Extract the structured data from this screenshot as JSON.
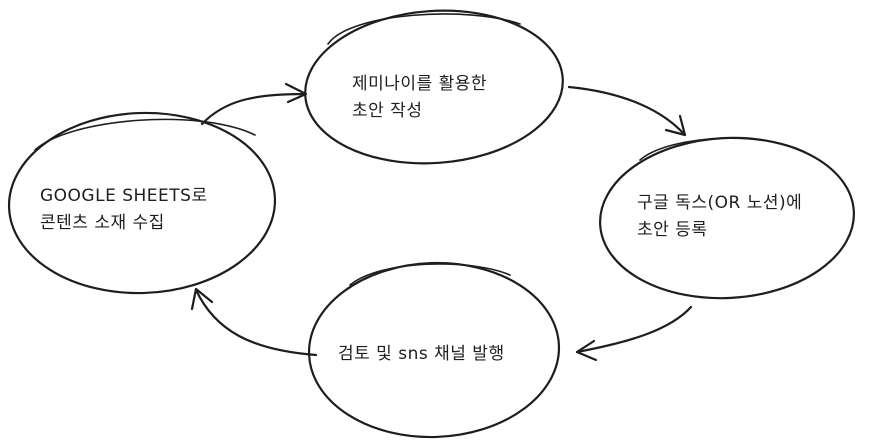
{
  "diagram": {
    "nodes": [
      {
        "id": "gemini-draft",
        "lines": [
          "제미나이를 활용한",
          "초안 작성"
        ]
      },
      {
        "id": "docs-register",
        "lines": [
          "구글 독스(OR 노션)에",
          "초안 등록"
        ]
      },
      {
        "id": "review-publish",
        "lines": [
          "검토 및 sns 채널 발행"
        ]
      },
      {
        "id": "sheets-collect",
        "lines": [
          "GOOGLE SHEETS로",
          "콘텐츠 소재 수집"
        ]
      }
    ],
    "edges": [
      {
        "from": "sheets-collect",
        "to": "gemini-draft"
      },
      {
        "from": "gemini-draft",
        "to": "docs-register"
      },
      {
        "from": "docs-register",
        "to": "review-publish"
      },
      {
        "from": "review-publish",
        "to": "sheets-collect"
      }
    ],
    "colors": {
      "stroke": "#1e1e1e",
      "text": "#1e1e1e",
      "background": "#ffffff"
    }
  }
}
